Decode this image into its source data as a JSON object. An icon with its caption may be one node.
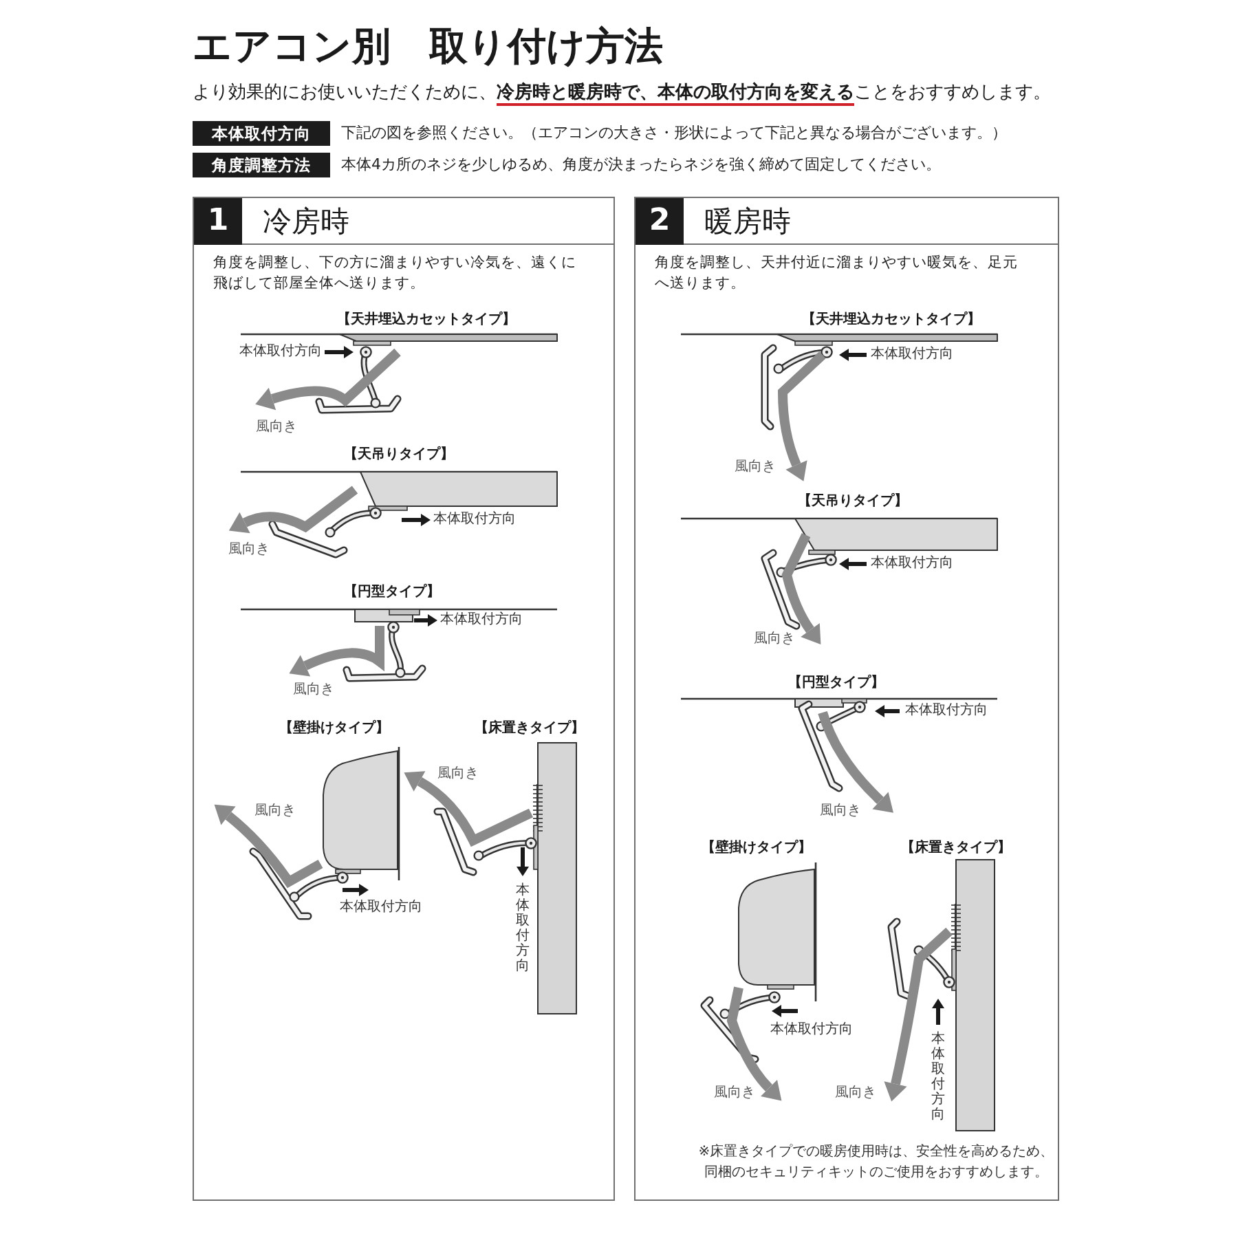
{
  "diagram": {
    "title": "エアコン別　取り付け方法",
    "nodes": [
      {
        "text": [
          "本体取付方向"
        ],
        "beside": [
          "下記の図を参照ください。（エアコンの大きさ・形状によって下記と異なる場合がございます。）"
        ]
      },
      {
        "text": [
          "角度調整方法"
        ],
        "beside": [
          "本体4カ所のネジを少しゆるめ、角度が決まったらネジを強く締めて固定してください。"
        ]
      },
      {
        "text": [
          "冷房時",
          "角度を調整し、下の方に溜まりやすい冷気を、遠くに飛ばして部屋全体へ送ります。"
        ]
      },
      {
        "text": [
          "1"
        ],
        "in": 2
      },
      {
        "text": [
          "暖房時",
          "角度を調整し、天井付近に溜まりやすい暖気を、足元へ送ります。"
        ]
      },
      {
        "text": [
          "2"
        ],
        "in": 4
      }
    ],
    "labels": [
      "より効果的にお使いいただくために、**冷房時と暖房時で、本体の取付方向を変える**ことをおすすめします。",
      "【天井埋込カセットタイプ】",
      "本体取付方向",
      "風向き",
      "【天吊りタイプ】",
      "本体取付方向",
      "風向き",
      "【円型タイプ】",
      "本体取付方向",
      "風向き",
      "【壁掛けタイプ】",
      "【床置きタイプ】",
      "風向き",
      "風向き",
      "本体取付方向",
      "本体取付方向",
      "【天井埋込カセットタイプ】",
      "本体取付方向",
      "風向き",
      "【天吊りタイプ】",
      "本体取付方向",
      "風向き",
      "【円型タイプ】",
      "本体取付方向",
      "風向き",
      "【壁掛けタイプ】",
      "【床置きタイプ】",
      "本体取付方向",
      "本体取付方向",
      "風向き",
      "風向き",
      "※床置きタイプでの暖房使用時は、安全性を高めるため、同梱のセキュリティキットのご使用をおすすめします。"
    ]
  }
}
